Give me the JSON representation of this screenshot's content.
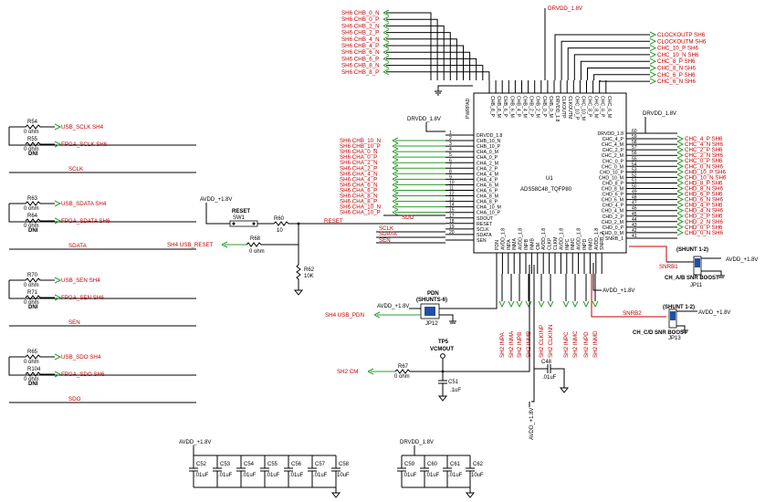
{
  "chip": {
    "ref": "U1",
    "part": "ADS58C48_TQFP80",
    "pwrpad": "PWRPAD",
    "left_pins": [
      {
        "n": "1",
        "name": "DRVDD_1.8"
      },
      {
        "n": "2",
        "name": "CHB_10_N"
      },
      {
        "n": "3",
        "name": "CHB_10_P"
      },
      {
        "n": "4",
        "name": "CHA_0_M"
      },
      {
        "n": "5",
        "name": "CHA_0_P"
      },
      {
        "n": "6",
        "name": "CHA_2_M"
      },
      {
        "n": "7",
        "name": "CHA_2_P"
      },
      {
        "n": "8",
        "name": "CHA_4_M"
      },
      {
        "n": "9",
        "name": "CHA_4_P"
      },
      {
        "n": "10",
        "name": "CHA_6_M"
      },
      {
        "n": "11",
        "name": "CHA_6_P"
      },
      {
        "n": "12",
        "name": "CHA_8_M"
      },
      {
        "n": "13",
        "name": "CHA_8_P"
      },
      {
        "n": "14",
        "name": "CHA_10_M"
      },
      {
        "n": "15",
        "name": "CHA_10_P"
      },
      {
        "n": "17",
        "name": "SDOUT"
      },
      {
        "n": "18",
        "name": "RESET"
      },
      {
        "n": "19",
        "name": "SCLK"
      },
      {
        "n": "20",
        "name": "SDATA"
      },
      {
        "n": "",
        "name": "SEN"
      }
    ],
    "right_pins": [
      {
        "n": "60",
        "name": "DRVDD_1.8"
      },
      {
        "n": "59",
        "name": "CHC_4_P"
      },
      {
        "n": "58",
        "name": "CHC_4_M"
      },
      {
        "n": "57",
        "name": "CHC_2_P"
      },
      {
        "n": "56",
        "name": "CHC_2_M"
      },
      {
        "n": "55",
        "name": "CHC_0_P"
      },
      {
        "n": "54",
        "name": "CHC_0_M"
      },
      {
        "n": "53",
        "name": "CHD_10_P"
      },
      {
        "n": "52",
        "name": "CHD_10_M"
      },
      {
        "n": "51",
        "name": "CHD_8_P"
      },
      {
        "n": "50",
        "name": "CHD_8_M"
      },
      {
        "n": "49",
        "name": "CHD_6_P"
      },
      {
        "n": "48",
        "name": "CHD_6_M"
      },
      {
        "n": "47",
        "name": "CHD_4_P"
      },
      {
        "n": "46",
        "name": "CHD_4_M"
      },
      {
        "n": "45",
        "name": "CHD_2_P"
      },
      {
        "n": "44",
        "name": "CHD_2_M"
      },
      {
        "n": "43",
        "name": "CHD_0_P"
      },
      {
        "n": "42",
        "name": "CHD_0_M"
      },
      {
        "n": "41",
        "name": "SNRB_1"
      }
    ],
    "top_pins": [
      "CHB_8_P",
      "CHB_8_M",
      "CHB_6_P",
      "CHB_6_M",
      "CHB_4_P",
      "CHB_4_M",
      "CHB_2_P",
      "CHB_2_M",
      "CHB_0_P",
      "CHB_0_M",
      "DRVDD_1.8",
      "CLKOUTP",
      "CLKOUTM",
      "CHC_10_P",
      "CHC_10_M",
      "CHC_8_P",
      "CHC_8_M",
      "CHC_6_P",
      "CHC_6_M"
    ],
    "bottom_pins": [
      "PDN",
      "AVDD_1.8",
      "INPA",
      "INMA",
      "AVDD_1.8",
      "INPB",
      "INMB",
      "CM",
      "AVDD_1.8",
      "CLKP",
      "CLKM",
      "AVDD_1.8",
      "INPC",
      "INMC",
      "AVDD_1.8",
      "INPD",
      "INMD",
      "AVDD_1.8",
      "SNRB_2"
    ]
  },
  "top_left_nets": [
    "SH6 CHB_0_N",
    "SH6 CHB_0_P",
    "SH6 CHB_2_N",
    "SH6 CHB_2_P",
    "SH6 CHB_4_N",
    "SH6 CHB_4_P",
    "SH6 CHB_6_N",
    "SH6 CHB_6_P",
    "SH6 CHB_8_N",
    "SH6 CHB_8_P"
  ],
  "top_right_nets": [
    "CLOCKOUTP SH6",
    "CLOCKOUTM SH6",
    "CHC_10_P SH6",
    "CHC_10_N SH6",
    "CHC_8_P SH6",
    "CHC_8_N SH6",
    "CHC_6_P SH6",
    "CHC_6_N SH6"
  ],
  "left_nets": [
    "SH6 CHB_10_N",
    "SH6 CHB_10_P",
    "SH6 CHA_0_N",
    "SH6 CHA_0_P",
    "SH6 CHA_2_N",
    "SH6 CHA_2_P",
    "SH6 CHA_4_N",
    "SH6 CHA_4_P",
    "SH6 CHA_6_N",
    "SH6 CHA_6_P",
    "SH6 CHA_8_N",
    "SH6 CHA_8_P",
    "SH6 CHA_10_N",
    "SH6 CHA_10_P"
  ],
  "right_nets": [
    "CHC_4_P SH6",
    "CHC_4_N SH6",
    "CHC_2_P SH6",
    "CHC_2_N SH6",
    "CHC_0_P SH6",
    "CHC_0_N SH6",
    "CHD_10_P SH6",
    "CHD_10_N SH6",
    "CHD_8_P SH6",
    "CHD_8_N SH6",
    "CHD_6_P SH6",
    "CHD_6_N SH6",
    "CHD_4_P SH6",
    "CHD_4_N SH6",
    "CHD_2_P SH6",
    "CHD_2_N SH6",
    "CHD_0_P SH6",
    "CHD_0_N SH6"
  ],
  "bottom_nets": [
    "SH2 INPA",
    "SH2 INMA",
    "SH2 INPB",
    "SH2 INMB",
    "SH2 CLKINP",
    "SH2 CLKINN",
    "SH2 INPC",
    "SH2 INMC",
    "SH2 INPD",
    "SH2 INMD"
  ],
  "labels": {
    "drvdd": "DRVDD_1.8V",
    "avdd": "AVDD_+1.8V",
    "avdd_vert": "AVDD_+1.8V",
    "sdo": "SDO",
    "sclk": "SCLK",
    "sdata": "SDATA",
    "sen": "SEN",
    "reset": "RESET",
    "reset_sw": "RESET",
    "sw_ref": "SW1",
    "r60": "R60",
    "r60_val": "10",
    "r68": "R68",
    "r68_val": "0 ohm",
    "r62": "R62",
    "r62_val": "10K",
    "usb_reset": "SH4 USB_RESET",
    "usb_pdn": "SH4 USB_PDN",
    "pdn": "PDN",
    "shunts": "(SHUNTS-6)",
    "jp12": "JP12",
    "snrb1": "SNRB1",
    "snrb2": "SNRB2",
    "shunt12_a": "(SHUNT 1-2)",
    "shunt12_b": "(SHUNT 1-2)",
    "jp11": "JP11",
    "jp13": "JP13",
    "chab_snr": "CH_A/B SNR BOOST",
    "chcd_snr": "CH_C/D SNR BOOST",
    "tp5": "TP5",
    "vcmout": "VCMOUT",
    "sh2cm": "SH2 CM",
    "r67": "R67",
    "r67_val": "0 ohm",
    "c51": "C51",
    "c51_val": ".1uF",
    "c48": "C48",
    "c48_val": ".01uF"
  },
  "resistor_blocks": [
    {
      "r1": "R54",
      "v1": "0 ohm",
      "n1": "USB_SCLK SH4",
      "r2": "R55",
      "v2": "0 ohm",
      "d2": "DNI",
      "n2": "FPGA_SCLK SH6",
      "bus": "SCLK"
    },
    {
      "r1": "R63",
      "v1": "0 ohm",
      "n1": "USB_SDATA SH4",
      "r2": "R64",
      "v2": "0 ohm",
      "d2": "DNI",
      "n2": "FPGA_SDATA SH6",
      "bus": "SDATA"
    },
    {
      "r1": "R70",
      "v1": "0 ohm",
      "n1": "USB_SEN SH4",
      "r2": "R71",
      "v2": "0 ohm",
      "d2": "DNI",
      "n2": "FPGA_SEN SH6",
      "bus": "SEN"
    },
    {
      "r1": "R65",
      "v1": "0 ohm",
      "n1": "USB_SDO SH4",
      "r2": "R104",
      "v2": "0 ohm",
      "d2": "DNI",
      "n2": "FPGA_SDO SH6",
      "bus": "SDO"
    }
  ],
  "cap_bank_avdd": {
    "rail": "AVDD_+1.8V",
    "caps": [
      {
        "r": "C52",
        "v": ".01uF"
      },
      {
        "r": "C53",
        "v": ".01uF"
      },
      {
        "r": "C54",
        "v": ".01uF"
      },
      {
        "r": "C55",
        "v": ".01uF"
      },
      {
        "r": "C56",
        "v": ".01uF"
      },
      {
        "r": "C57",
        "v": ".01uF"
      },
      {
        "r": "C58",
        "v": "10uF"
      }
    ]
  },
  "cap_bank_drvdd": {
    "rail": "DRVDD_1.8V",
    "caps": [
      {
        "r": "C59",
        "v": ".01uF"
      },
      {
        "r": "C60",
        "v": ".01uF"
      },
      {
        "r": "C61",
        "v": ".01uF"
      },
      {
        "r": "C62",
        "v": "10uF"
      }
    ]
  }
}
